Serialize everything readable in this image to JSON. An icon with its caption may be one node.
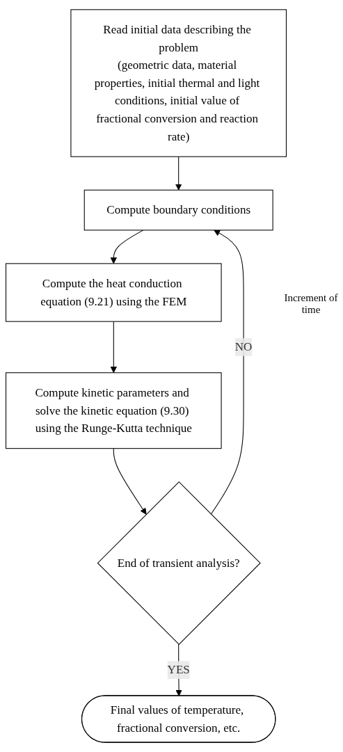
{
  "diagram": {
    "nodes": [
      {
        "text": [
          "Read initial data describing the problem",
          "(geometric data, material properties, initial thermal and light conditions, initial value of fractional conversion and reaction rate)"
        ]
      },
      {
        "text": [
          "Compute boundary conditions"
        ]
      },
      {
        "text": [
          "Compute the heat conduction equation (9.21) using the FEM"
        ]
      },
      {
        "text": [
          "Compute kinetic parameters and solve the kinetic equation (9.30) using the Runge-Kutta technique"
        ]
      },
      {
        "text": [
          "End of transient analysis?"
        ]
      },
      {
        "text": [
          "Final values of temperature, fractional conversion, etc."
        ]
      }
    ],
    "edges": [
      {
        "from": 0,
        "to": 1,
        "arrow": "to"
      },
      {
        "from": 1,
        "to": 2,
        "arrow": "to"
      },
      {
        "from": 2,
        "to": 3,
        "arrow": "to"
      },
      {
        "from": 3,
        "to": 4,
        "arrow": "to"
      },
      {
        "from": 4,
        "to": 1,
        "arrow": "to",
        "label": "NO"
      },
      {
        "from": 4,
        "to": 5,
        "arrow": "to",
        "label": "YES"
      }
    ],
    "labels": [
      "Increment of time"
    ]
  }
}
